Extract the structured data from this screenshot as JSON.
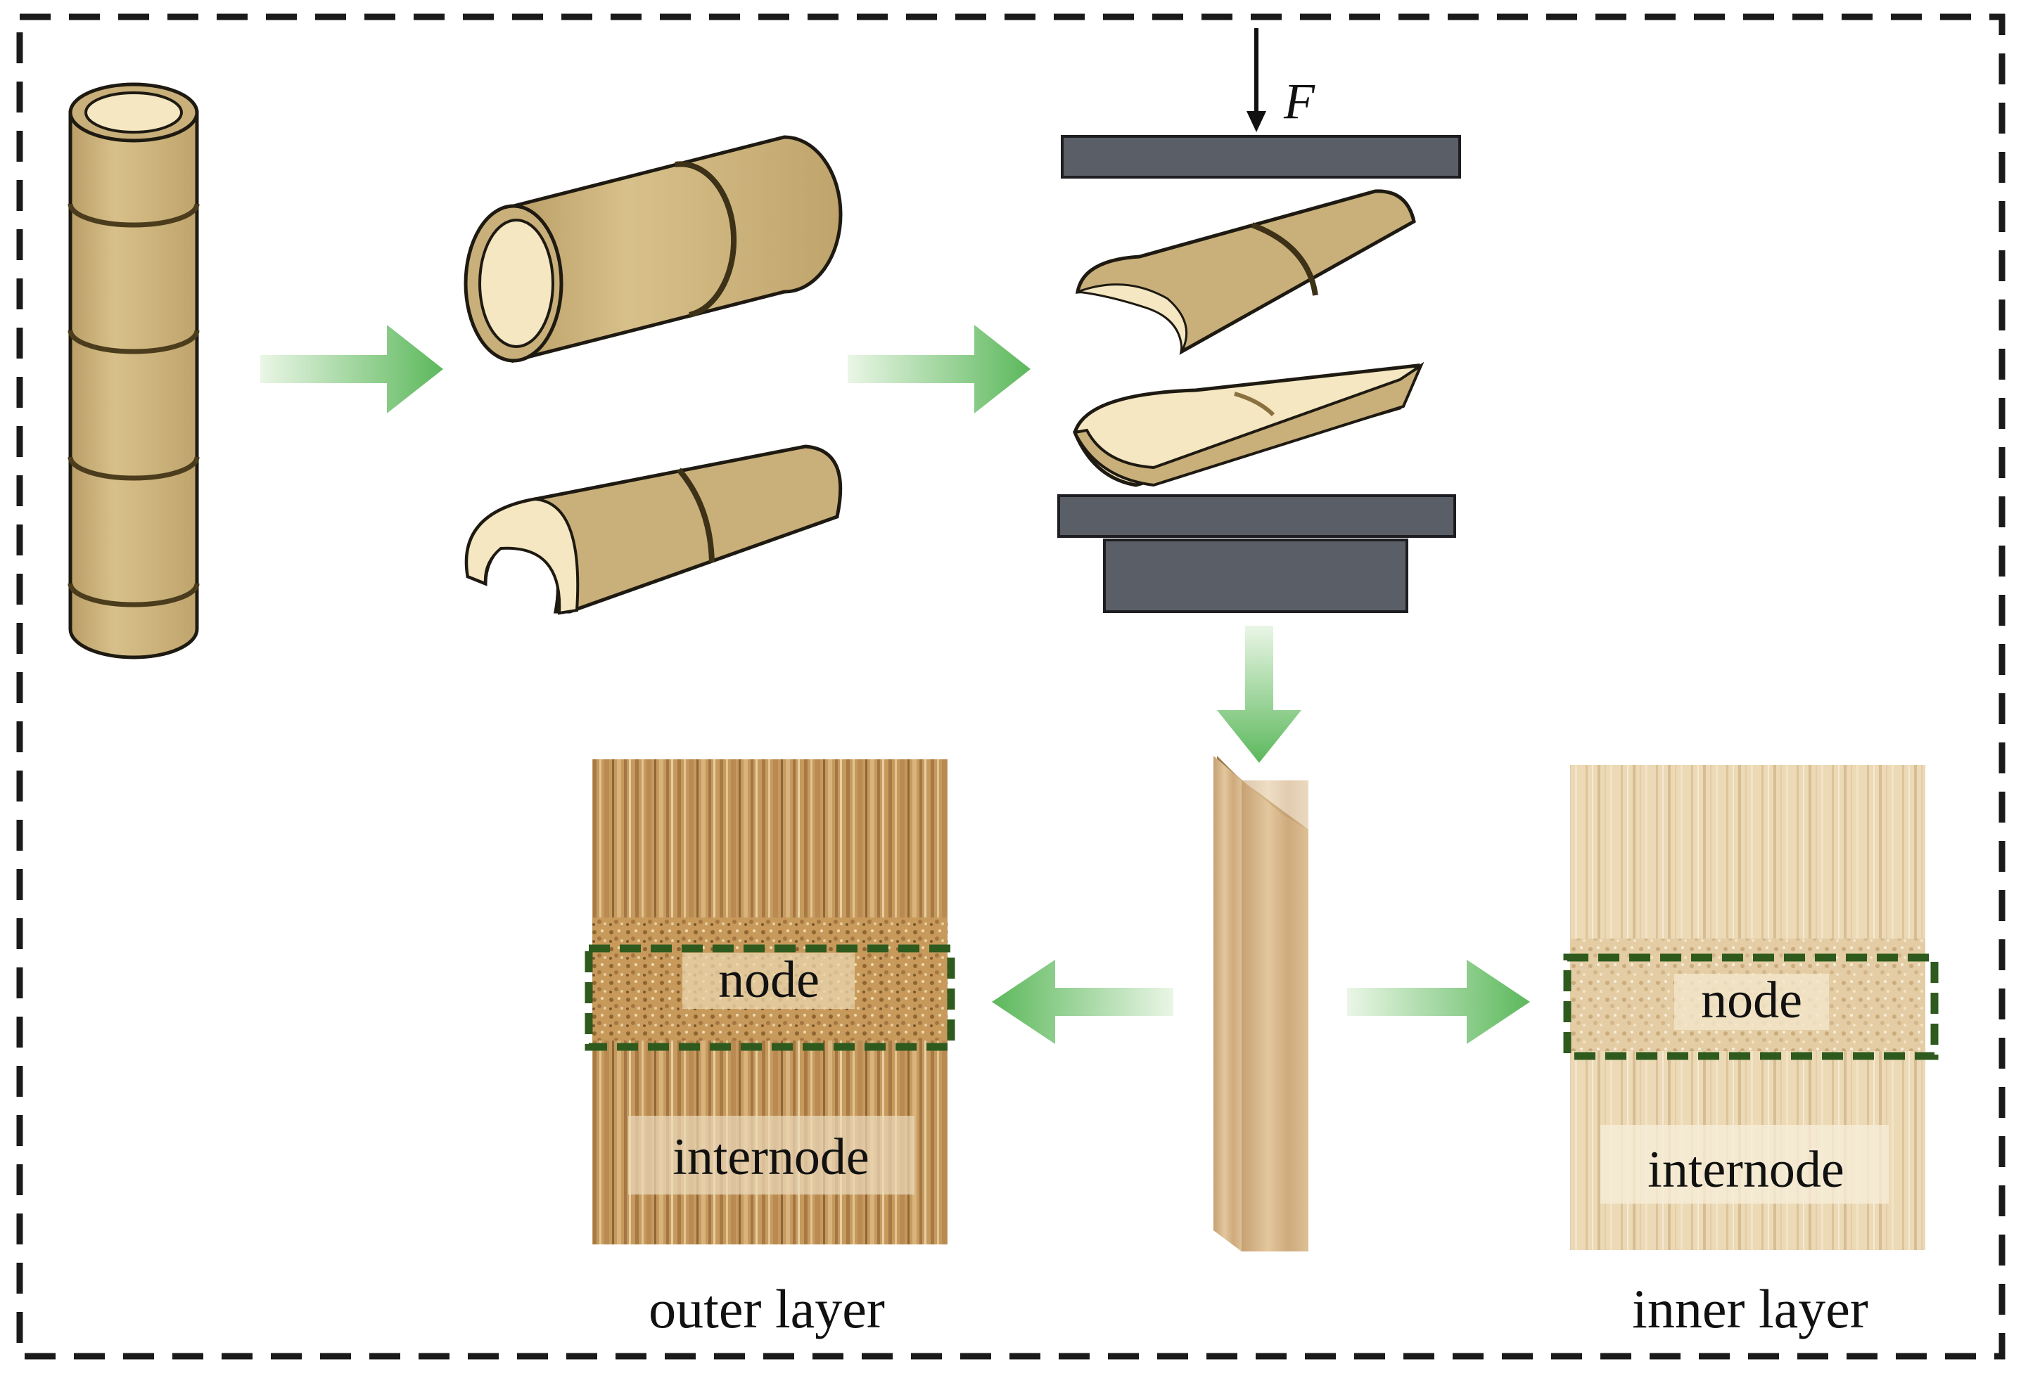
{
  "force": {
    "label": "F"
  },
  "outer_panel": {
    "node_label": "node",
    "internode_label": "internode",
    "caption": "outer layer"
  },
  "inner_panel": {
    "node_label": "node",
    "internode_label": "internode",
    "caption": "inner layer"
  },
  "colors": {
    "bamboo_body": "#c9b07a",
    "bamboo_inner": "#f5e7c2",
    "bamboo_outline": "#1e1a12",
    "node_ring": "#4a3c1c",
    "press_plate": "#5a5e66",
    "arrow_green": "#6fbf6f",
    "node_box": "#2e5a1e",
    "frame": "#1a1a1a"
  }
}
